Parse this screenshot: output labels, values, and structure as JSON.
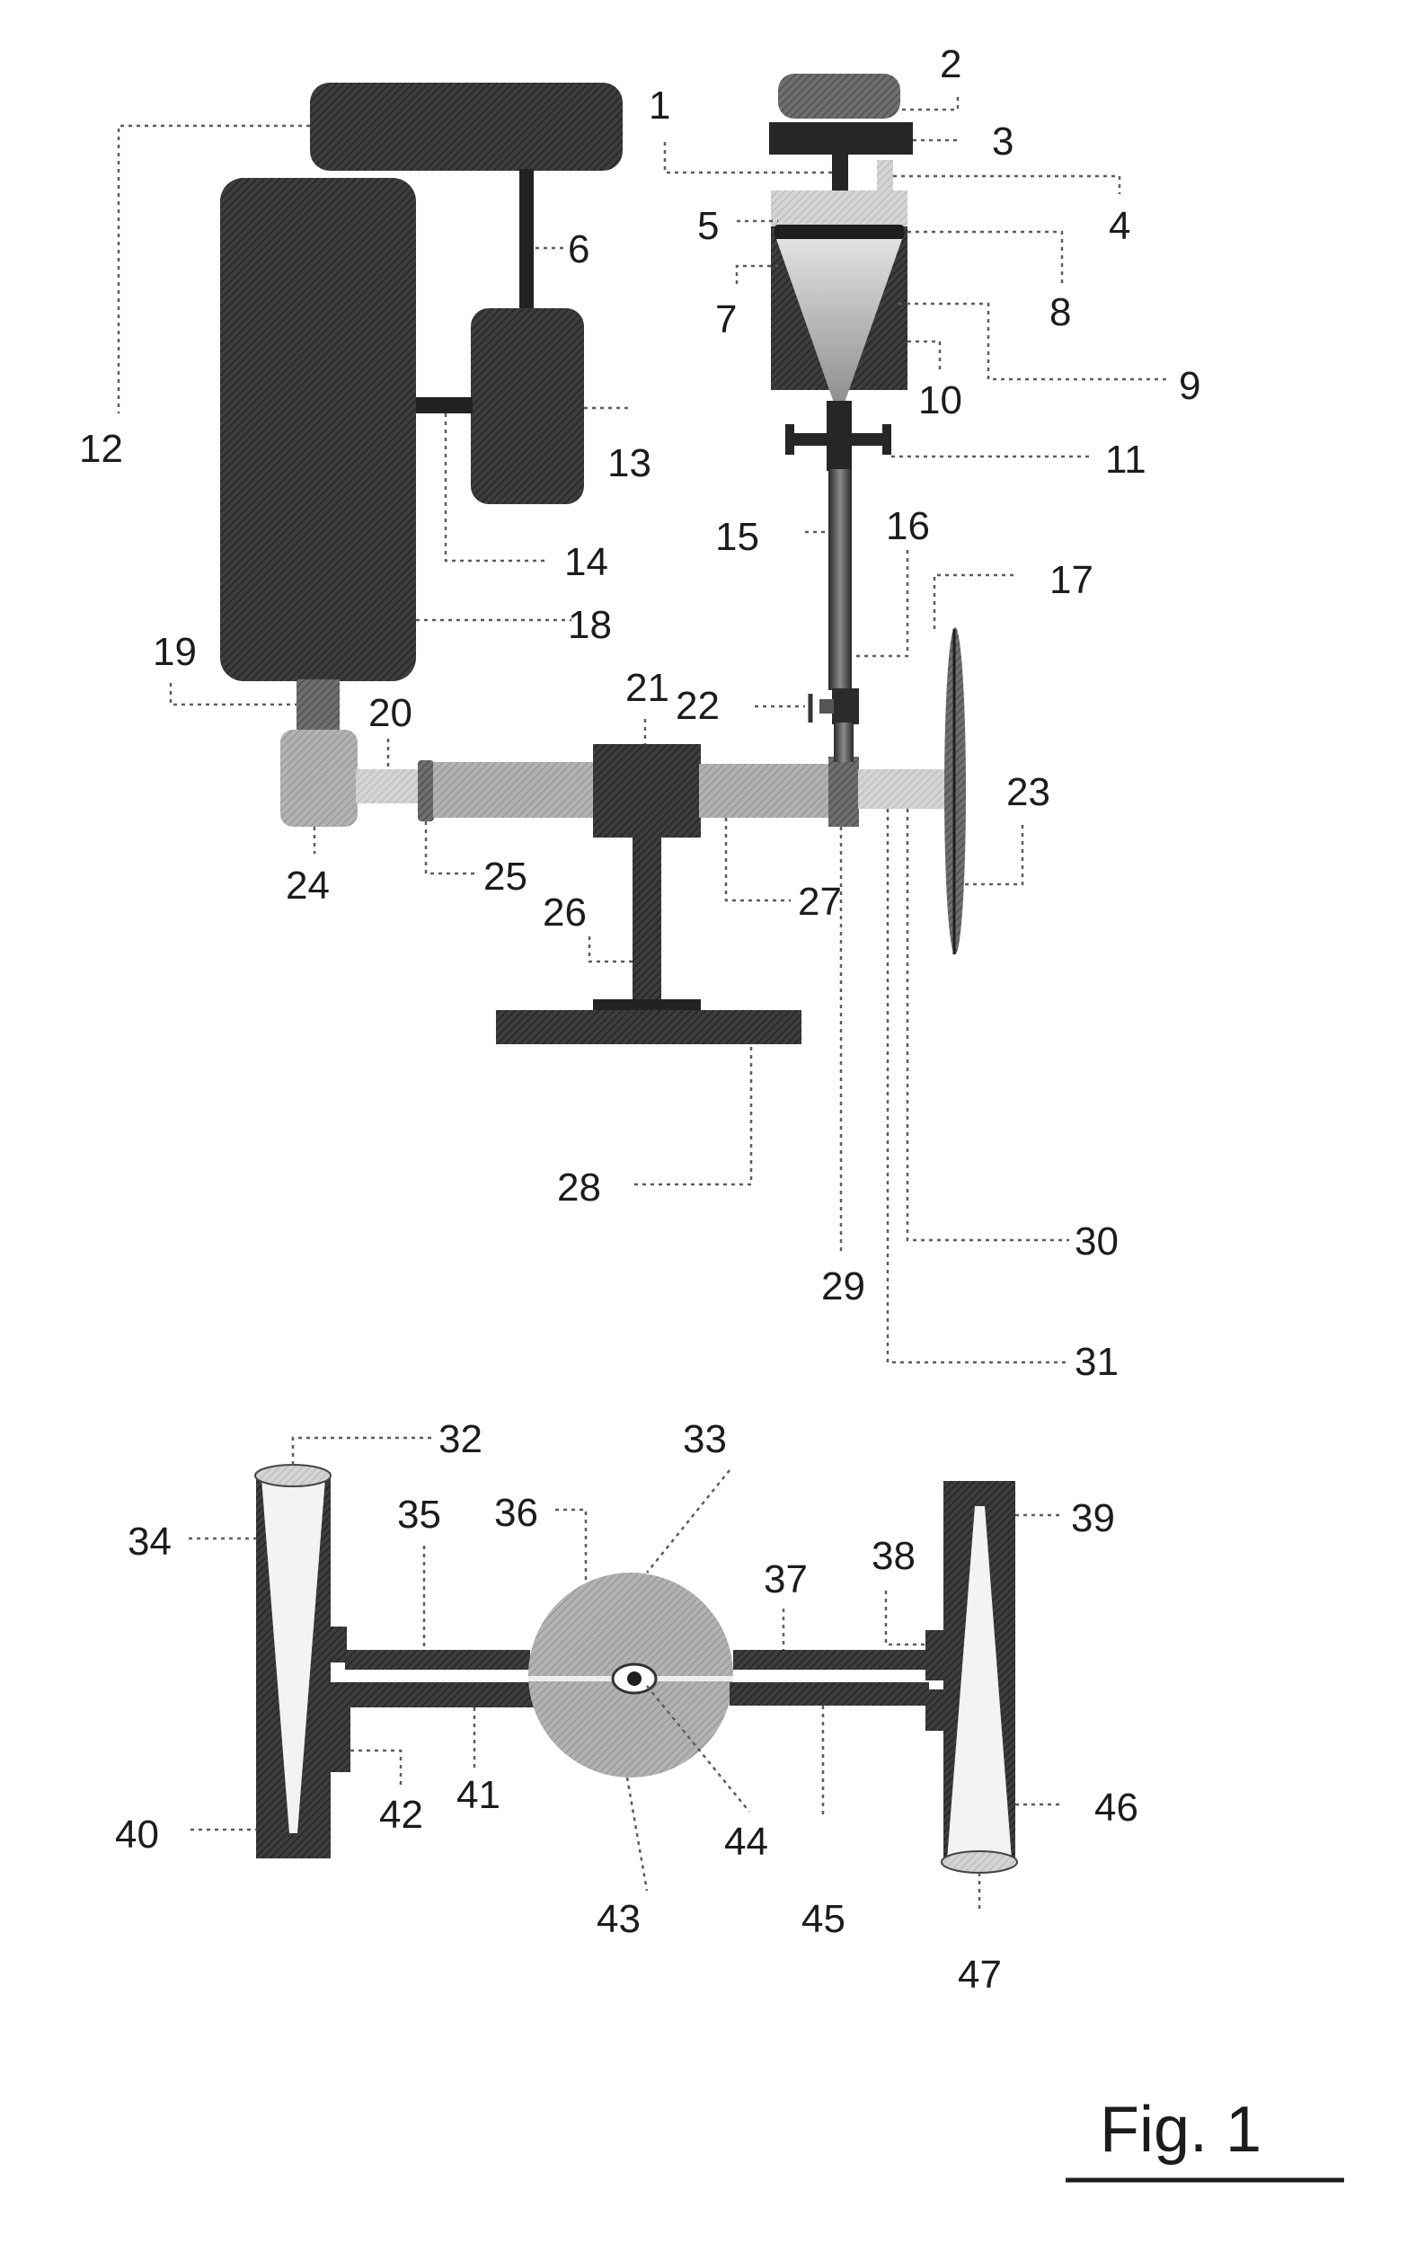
{
  "figure": {
    "caption": "Fig. 1",
    "labels": [
      "1",
      "2",
      "3",
      "4",
      "5",
      "6",
      "7",
      "8",
      "9",
      "10",
      "11",
      "12",
      "13",
      "14",
      "15",
      "16",
      "17",
      "18",
      "19",
      "20",
      "21",
      "22",
      "23",
      "24",
      "25",
      "26",
      "27",
      "28",
      "29",
      "30",
      "31",
      "32",
      "33",
      "34",
      "35",
      "36",
      "37",
      "38",
      "39",
      "40",
      "41",
      "42",
      "43",
      "44",
      "45",
      "46",
      "47"
    ]
  },
  "colors": {
    "ink": "#1c1c1c",
    "dark": "#2b2b2b",
    "mid": "#5e5e5e",
    "light": "#a8a8a8",
    "pale": "#cfcfcf"
  }
}
